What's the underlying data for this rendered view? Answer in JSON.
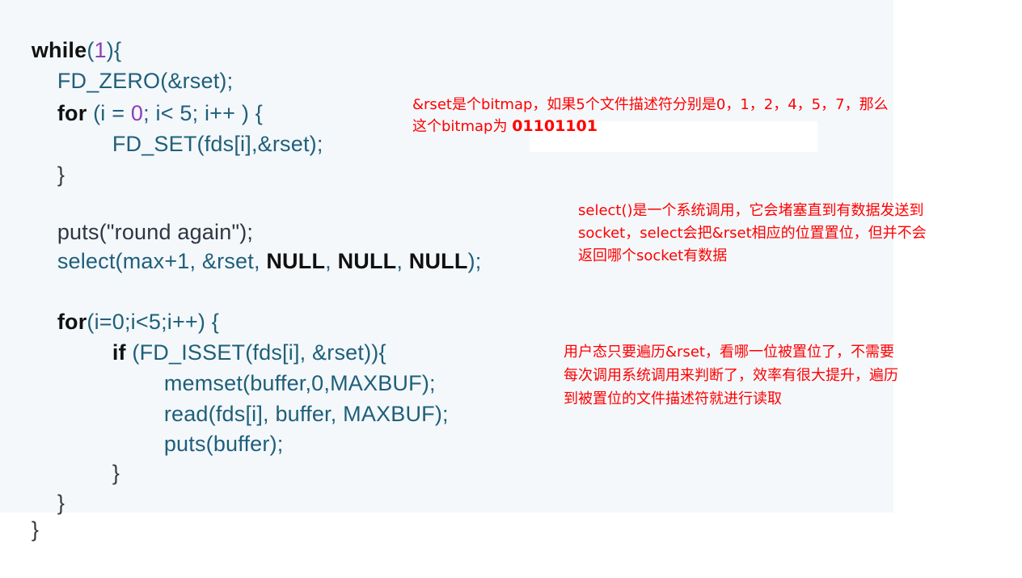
{
  "code_lines": [
    {
      "kw1": "while",
      "rest": "(",
      "num": "1",
      "rest2": "){"
    },
    {
      "text": "FD_ZERO(&rset);"
    },
    {
      "kw1": "for",
      "rest": " (i = ",
      "num": "0",
      "rest2": "; i< 5; i++ ) {"
    },
    {
      "text": "FD_SET(fds[i],&rset);"
    },
    {
      "text": "}"
    },
    {
      "text": "puts(\"round again\");"
    },
    {
      "pre": "select(max+1, &rset, ",
      "kw1": "NULL",
      "sep1": ", ",
      "kw2": "NULL",
      "sep2": ", ",
      "kw3": "NULL",
      "post": ");"
    },
    {
      "kw1": "for",
      "rest": "(i=0;i<5;i++) {"
    },
    {
      "kw1": "if",
      "rest": " (FD_ISSET(fds[i], &rset)){"
    },
    {
      "text": "memset(buffer,0,MAXBUF);"
    },
    {
      "text": "read(fds[i], buffer, MAXBUF);"
    },
    {
      "text": "puts(buffer);"
    },
    {
      "text": "}"
    },
    {
      "text": "}"
    },
    {
      "text": "}"
    }
  ],
  "notes": {
    "bitmap_line1": "&rset是个bitmap，如果5个文件描述符分别是0，1，2，4，5，7，那么",
    "bitmap_line2_prefix": "这个bitmap为 ",
    "bitmap_value": "01101101",
    "select_line1": "select()是一个系统调用，它会堵塞直到有数据发送到",
    "select_line2": "socket，select会把&rset相应的位置置位，但并不会",
    "select_line3": "返回哪个socket有数据",
    "user_line1": "用户态只要遍历&rset，看哪一位被置位了，不需要",
    "user_line2": "每次调用系统调用来判断了，效率有很大提升，遍历",
    "user_line3": "到被置位的文件描述符就进行读取"
  },
  "colors": {
    "annotation": "#ff0000",
    "code": "#1f5f7a",
    "keyword": "#111111",
    "number": "#8e3fb8",
    "panel_bg": "#f4f8fb"
  }
}
